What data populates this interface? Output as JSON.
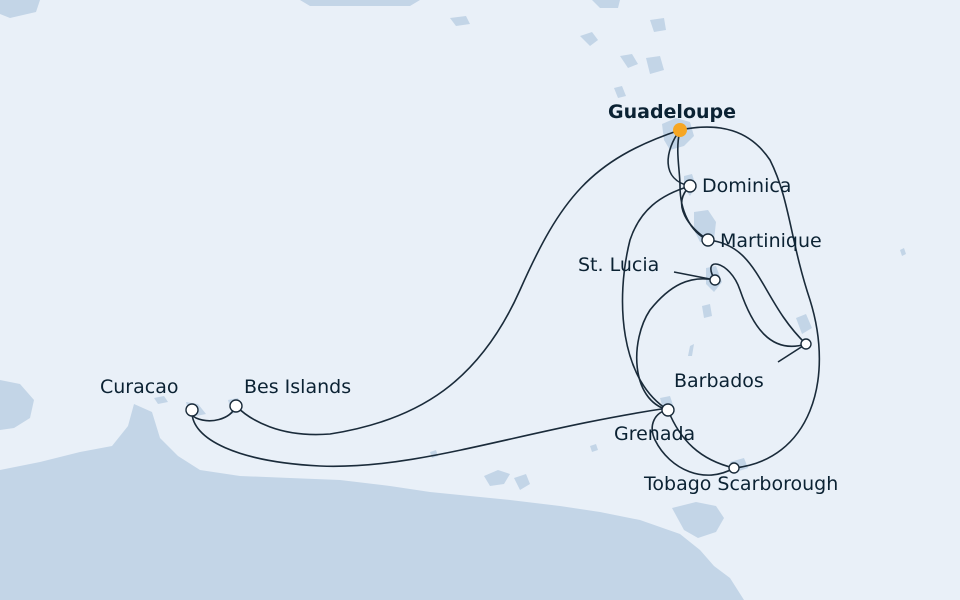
{
  "map": {
    "colors": {
      "sea": "#e9f0f8",
      "land": "#c3d5e7",
      "route": "#1a2b3a",
      "home_port": "#f6a623",
      "port": "#ffffff"
    },
    "home_port": "Guadeloupe",
    "ports": {
      "guadeloupe": "Guadeloupe",
      "dominica": "Dominica",
      "martinique": "Martinique",
      "st_lucia": "St. Lucia",
      "barbados": "Barbados",
      "grenada": "Grenada",
      "tobago": "Tobago Scarborough",
      "curacao": "Curacao",
      "bes": "Bes Islands"
    }
  }
}
